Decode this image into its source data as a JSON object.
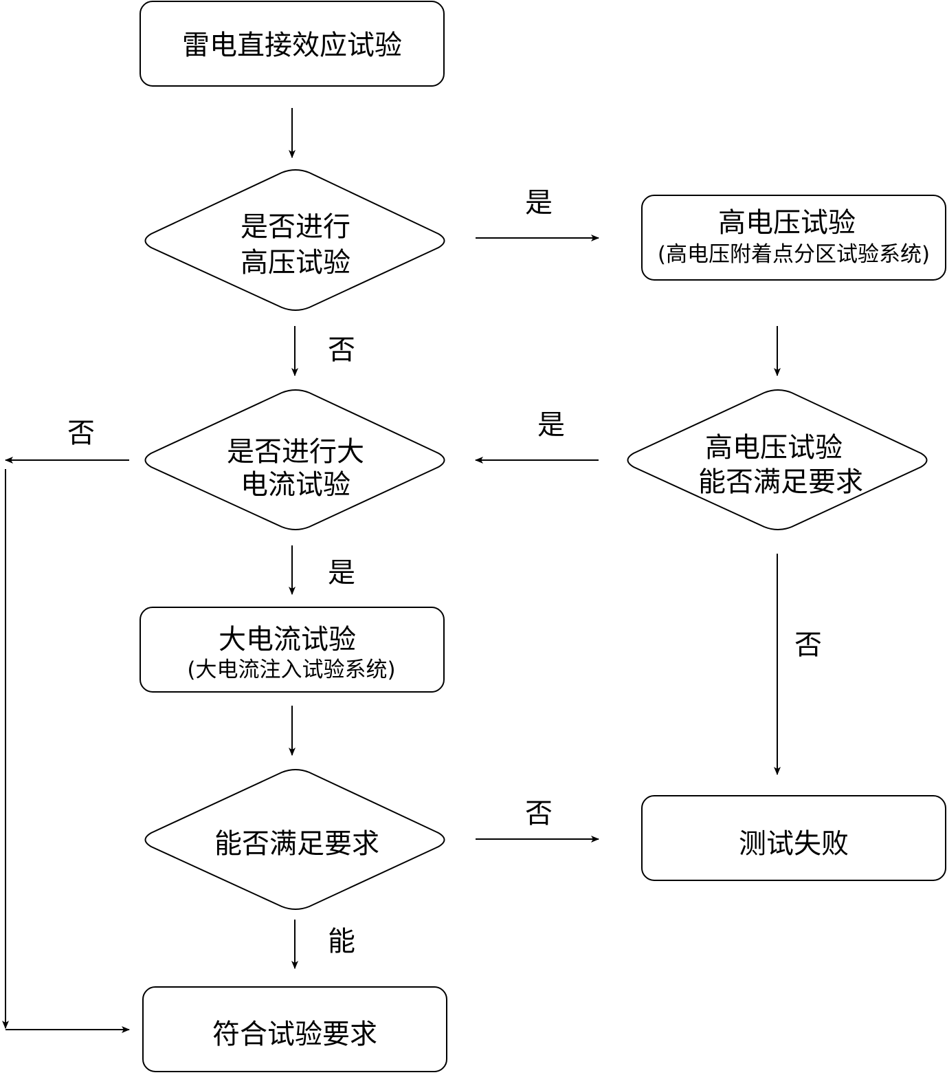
{
  "nodes": {
    "start": {
      "lines": [
        "雷电直接效应试验"
      ]
    },
    "q_high_voltage": {
      "lines": [
        "是否进行",
        "高压试验"
      ]
    },
    "high_voltage_test": {
      "title": "高电压试验",
      "subtitle": "(高电压附着点分区试验系统)"
    },
    "q_high_current": {
      "lines": [
        "是否进行大",
        "电流试验"
      ]
    },
    "q_hv_meets": {
      "lines": [
        "高电压试验",
        "能否满足要求"
      ]
    },
    "high_current_test": {
      "title": "大电流试验",
      "subtitle": "(大电流注入试验系统)"
    },
    "q_meets": {
      "lines": [
        "能否满足要求"
      ]
    },
    "test_failed": {
      "lines": [
        "测试失败"
      ]
    },
    "pass": {
      "lines": [
        "符合试验要求"
      ]
    }
  },
  "edge_labels": {
    "hv_yes": "是",
    "hv_no": "否",
    "hc_no": "否",
    "hv_meets_yes": "是",
    "hc_yes": "是",
    "hv_meets_no": "否",
    "meets_no": "否",
    "meets_yes": "能"
  }
}
